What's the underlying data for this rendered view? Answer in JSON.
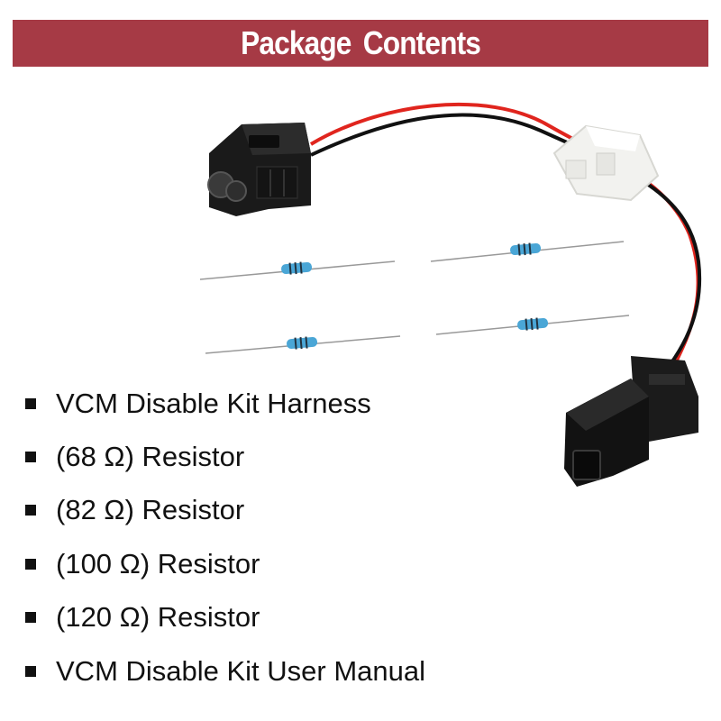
{
  "banner": {
    "title": "Package Contents",
    "color": "#a63a45"
  },
  "illustration": {
    "items": [
      {
        "icon": "female-connector-icon"
      },
      {
        "icon": "male-connector-icon"
      },
      {
        "icon": "wire-clip-icon"
      },
      {
        "icon": "resistor-icon"
      }
    ],
    "wire_colors": {
      "red": "#e0251e",
      "black": "#111111"
    }
  },
  "contents": [
    {
      "label": "VCM Disable Kit Harness"
    },
    {
      "label": "(68 Ω) Resistor"
    },
    {
      "label": "(82 Ω) Resistor"
    },
    {
      "label": "(100 Ω) Resistor"
    },
    {
      "label": "(120 Ω) Resistor"
    },
    {
      "label": "VCM Disable Kit User Manual"
    }
  ]
}
